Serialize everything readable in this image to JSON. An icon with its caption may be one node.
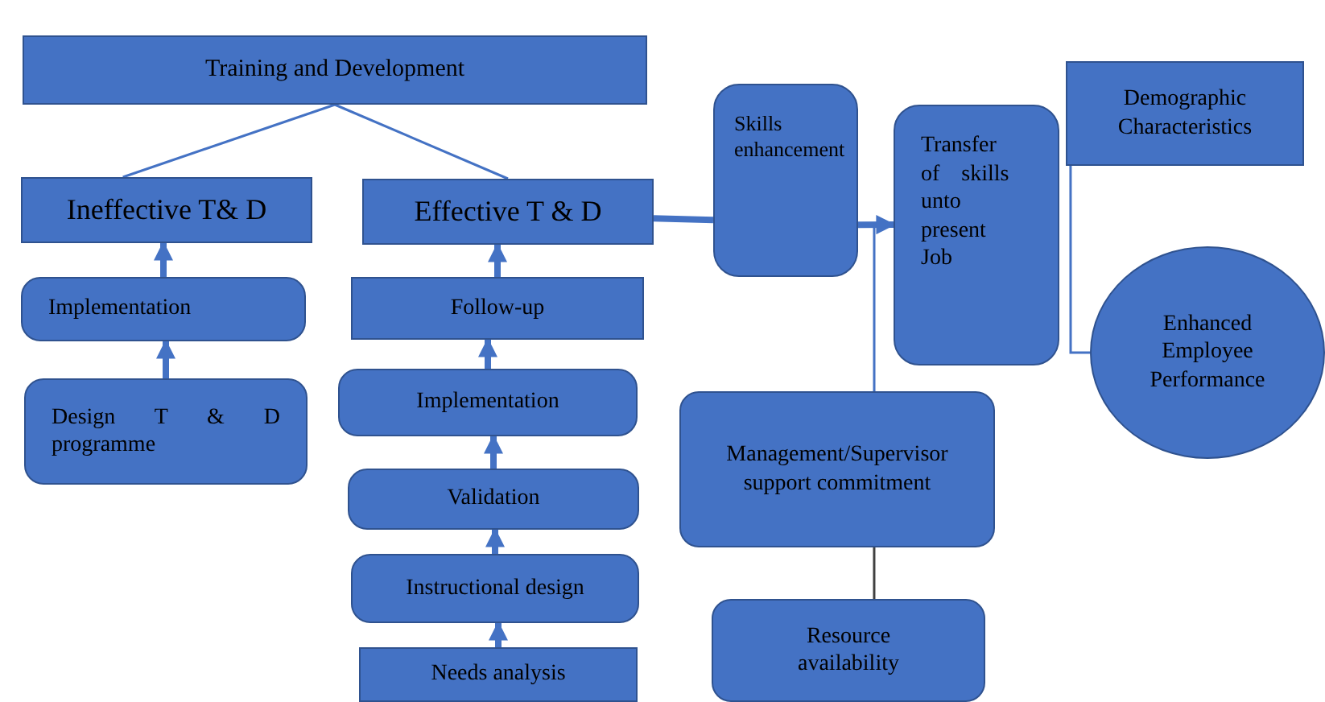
{
  "diagram": {
    "nodes": [
      {
        "text": [
          "Training and Development"
        ]
      },
      {
        "text": [
          "Ineffective T& D"
        ]
      },
      {
        "text": [
          "Effective T & D"
        ]
      },
      {
        "text": [
          "Implementation"
        ]
      },
      {
        "text": [
          "Design T & D programme"
        ]
      },
      {
        "text": [
          "Follow-up"
        ]
      },
      {
        "text": [
          "Implementation"
        ]
      },
      {
        "text": [
          "Validation"
        ]
      },
      {
        "text": [
          "Instructional design"
        ]
      },
      {
        "text": [
          "Needs analysis"
        ]
      },
      {
        "text": [
          "Skills enhancement"
        ]
      },
      {
        "text": [
          "Transfer of skills unto present Job"
        ]
      },
      {
        "text": [
          "Demographic Characteristics"
        ]
      },
      {
        "text": [
          "Enhanced Employee Performance"
        ]
      },
      {
        "text": [
          "Management/Supervisor support commitment"
        ]
      },
      {
        "text": [
          "Resource availability"
        ]
      }
    ],
    "edges": [
      {
        "from": 0,
        "to": 1,
        "arrow": "none"
      },
      {
        "from": 0,
        "to": 2,
        "arrow": "none"
      },
      {
        "from": 3,
        "to": 1,
        "arrow": "to"
      },
      {
        "from": 4,
        "to": 3,
        "arrow": "to"
      },
      {
        "from": 5,
        "to": 2,
        "arrow": "to"
      },
      {
        "from": 6,
        "to": 5,
        "arrow": "to"
      },
      {
        "from": 7,
        "to": 6,
        "arrow": "to"
      },
      {
        "from": 8,
        "to": 7,
        "arrow": "to"
      },
      {
        "from": 9,
        "to": 8,
        "arrow": "to"
      },
      {
        "from": 2,
        "to": 10,
        "arrow": "none"
      },
      {
        "from": 10,
        "to": 11,
        "arrow": "to"
      },
      {
        "from": 14,
        "to": 11,
        "arrow": "to"
      },
      {
        "from": 15,
        "to": 14,
        "arrow": "none",
        "color": "#404040"
      },
      {
        "from": 12,
        "to": 13,
        "arrow": "none"
      }
    ]
  }
}
